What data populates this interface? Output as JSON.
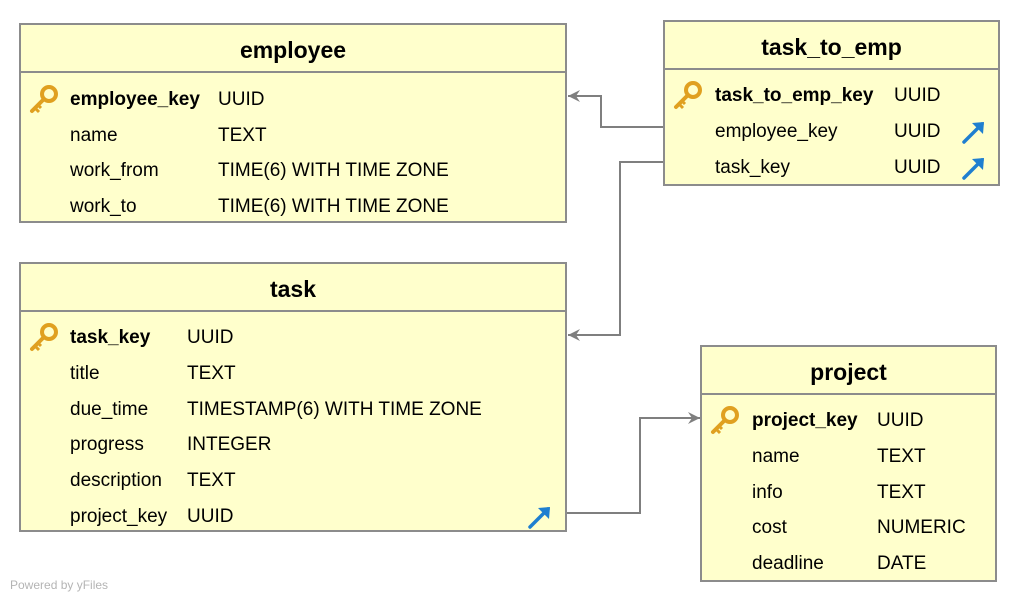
{
  "tables": {
    "employee": {
      "title": "employee",
      "columns": [
        {
          "name": "employee_key",
          "type": "UUID"
        },
        {
          "name": "name",
          "type": "TEXT"
        },
        {
          "name": "work_from",
          "type": "TIME(6) WITH TIME ZONE"
        },
        {
          "name": "work_to",
          "type": "TIME(6) WITH TIME ZONE"
        }
      ]
    },
    "task_to_emp": {
      "title": "task_to_emp",
      "columns": [
        {
          "name": "task_to_emp_key",
          "type": "UUID"
        },
        {
          "name": "employee_key",
          "type": "UUID"
        },
        {
          "name": "task_key",
          "type": "UUID"
        }
      ]
    },
    "task": {
      "title": "task",
      "columns": [
        {
          "name": "task_key",
          "type": "UUID"
        },
        {
          "name": "title",
          "type": "TEXT"
        },
        {
          "name": "due_time",
          "type": "TIMESTAMP(6) WITH TIME ZONE"
        },
        {
          "name": "progress",
          "type": "INTEGER"
        },
        {
          "name": "description",
          "type": "TEXT"
        },
        {
          "name": "project_key",
          "type": "UUID"
        }
      ]
    },
    "project": {
      "title": "project",
      "columns": [
        {
          "name": "project_key",
          "type": "UUID"
        },
        {
          "name": "name",
          "type": "TEXT"
        },
        {
          "name": "info",
          "type": "TEXT"
        },
        {
          "name": "cost",
          "type": "NUMERIC"
        },
        {
          "name": "deadline",
          "type": "DATE"
        }
      ]
    }
  },
  "relations": [
    {
      "from": "task_to_emp.employee_key",
      "to": "employee.employee_key"
    },
    {
      "from": "task_to_emp.task_key",
      "to": "task.task_key"
    },
    {
      "from": "task.project_key",
      "to": "project.project_key"
    }
  ],
  "footer": "Powered by yFiles",
  "colors": {
    "table_fill": "#ffffcc",
    "table_border": "#8c8c8c",
    "connector": "#7f7f7f",
    "primary_key_icon": "#e0a020",
    "foreign_key_icon": "#1f7fd0"
  }
}
